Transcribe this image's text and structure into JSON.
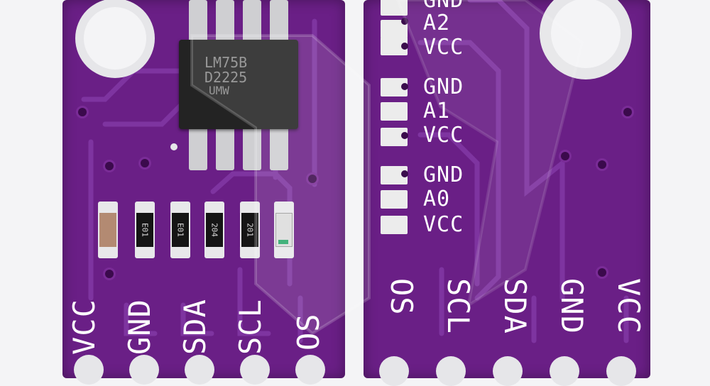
{
  "chip": {
    "line1": "LM75B",
    "line2": "D2225",
    "line3": "UMW"
  },
  "left_board": {
    "pin_labels": [
      "VCC",
      "GND",
      "SDA",
      "SCL",
      "OS"
    ],
    "resistor_codes": [
      "E01",
      "E01",
      "204",
      "201"
    ]
  },
  "right_board": {
    "address_labels": [
      "GND",
      "A2",
      "VCC",
      "GND",
      "A1",
      "VCC",
      "GND",
      "A0",
      "VCC"
    ],
    "pin_labels": [
      "OS",
      "SCL",
      "SDA",
      "GND",
      "VCC"
    ]
  },
  "colors": {
    "pcb": "#6a1f86",
    "silkscreen": "#ffffff",
    "pad": "#ececec",
    "chip": "#232323"
  }
}
